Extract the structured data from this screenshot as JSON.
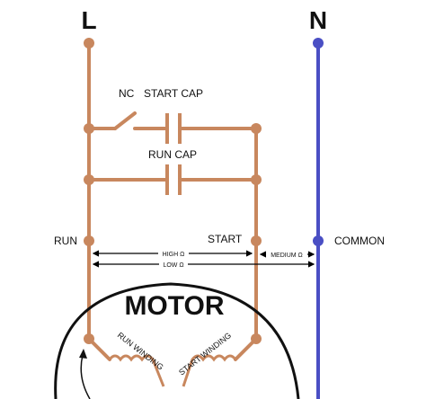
{
  "terminals": {
    "line": "L",
    "neutral": "N"
  },
  "labels": {
    "nc": "NC",
    "start_cap": "START CAP",
    "run_cap": "RUN CAP",
    "run": "RUN",
    "start": "START",
    "common": "COMMON",
    "motor": "MOTOR",
    "run_winding": "RUN WINDING",
    "start_winding": "START WINDING"
  },
  "measurements": {
    "high": "HIGH Ω",
    "low": "LOW Ω",
    "medium": "MEDIUM Ω"
  },
  "colors": {
    "line_wire": "#c8875e",
    "neutral_wire": "#4a4fc4",
    "text": "#111111"
  }
}
